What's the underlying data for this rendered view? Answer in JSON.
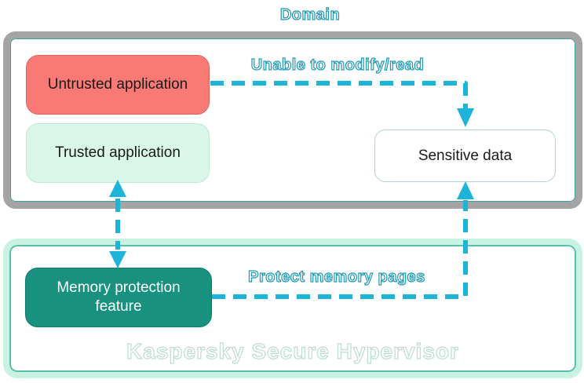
{
  "diagram": {
    "domain": {
      "label": "Domain",
      "outline_color": "#1b96ae",
      "container_border_color": "#a4a4a4",
      "container_inner_line_color": "#3f9e9e"
    },
    "hypervisor": {
      "label": "Kaspersky Secure Hypervisor",
      "label_outline_color": "#bcdcd5",
      "container_border_color": "#c8f3e3",
      "container_inner_line_color": "#56c0ac"
    },
    "nodes": {
      "untrusted_application": {
        "label": "Untrusted application",
        "fill": "#f97a74",
        "border": "#e2625e",
        "text_color": "#1a1a1a"
      },
      "trusted_application": {
        "label": "Trusted application",
        "fill": "#d9f6e9",
        "border": "#bce9d8",
        "text_color": "#1a1a1a"
      },
      "sensitive_data": {
        "label": "Sensitive data",
        "fill": "#ffffff",
        "border": "#aed3dd",
        "text_color": "#1a1a1a"
      },
      "memory_protection_feature": {
        "label": "Memory protection feature",
        "fill": "#18917f",
        "border": "#0d7a6c",
        "text_color": "#ffffff"
      }
    },
    "edges": {
      "unable_to_modify": {
        "label": "Unable to modify/read",
        "from": "untrusted_application",
        "to": "sensitive_data",
        "style": "dashed",
        "arrowheads": "end",
        "color": "#1cb5d9"
      },
      "trusted_memory_link": {
        "label": "",
        "from": "trusted_application",
        "to": "memory_protection_feature",
        "style": "dashed",
        "arrowheads": "both",
        "color": "#1cb5d9"
      },
      "protect_memory_pages": {
        "label": "Protect memory pages",
        "from": "memory_protection_feature",
        "to": "sensitive_data",
        "style": "dashed",
        "arrowheads": "end",
        "color": "#1cb5d9"
      }
    }
  }
}
